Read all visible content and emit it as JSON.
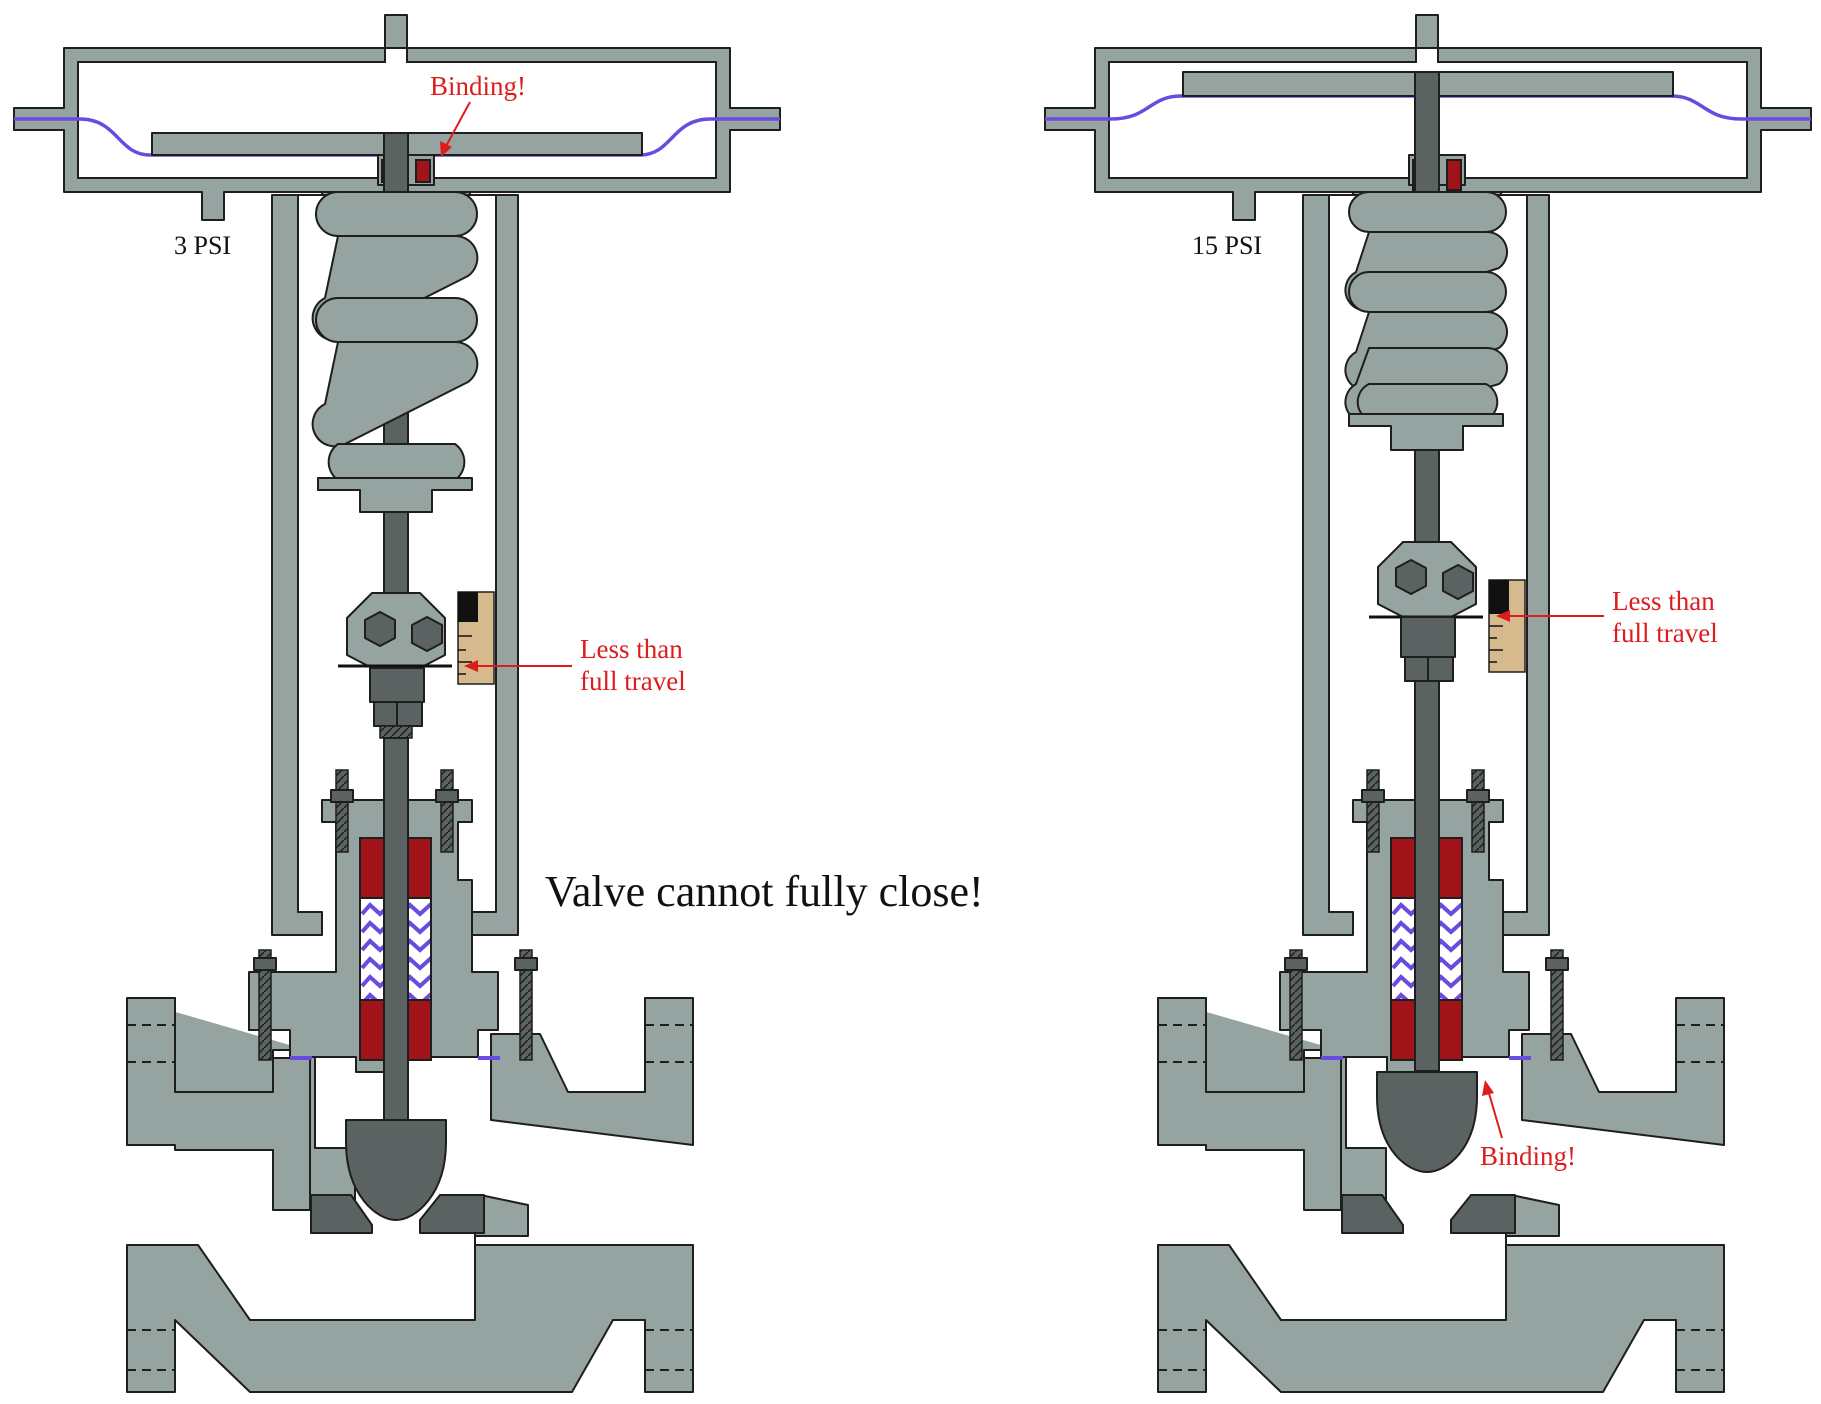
{
  "left_valve": {
    "pressure_label": "3 PSI",
    "binding_label": "Binding!",
    "travel_label_line1": "Less than",
    "travel_label_line2": "full travel"
  },
  "right_valve": {
    "pressure_label": "15 PSI",
    "binding_label": "Binding!",
    "travel_label_line1": "Less than",
    "travel_label_line2": "full travel"
  },
  "center_caption": "Valve cannot fully close!",
  "colors": {
    "metal": "#95a3a1",
    "dark_metal": "#5a6262",
    "packing": "#a01419",
    "diaphragm": "#6a4be0",
    "indicator_scale": "#d6b98c",
    "annotation": "#dd1c1c"
  }
}
